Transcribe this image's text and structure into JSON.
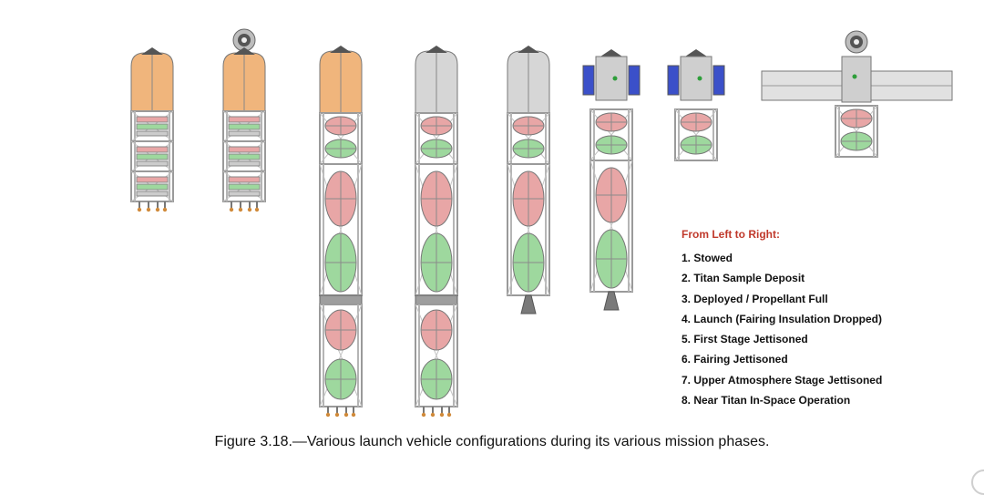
{
  "figure": {
    "caption": "Figure 3.18.—Various launch vehicle configurations during its various mission phases.",
    "legend": {
      "title": "From Left to Right:",
      "items": [
        "1.  Stowed",
        "2.  Titan Sample Deposit",
        "3.  Deployed / Propellant Full",
        "4.  Launch (Fairing Insulation Dropped)",
        "5.  First Stage Jettisoned",
        "6.  Fairing Jettisoned",
        "7.  Upper Atmosphere Stage Jettisoned",
        "8.  Near Titan In-Space Operation"
      ]
    },
    "vehicles": [
      {
        "phase": 1,
        "has_capsule": false,
        "fairing": "orange",
        "stacked_tanks": true,
        "stages": []
      },
      {
        "phase": 2,
        "has_capsule": true,
        "fairing": "orange",
        "stacked_tanks": true,
        "stages": []
      },
      {
        "phase": 3,
        "has_capsule": false,
        "fairing": "orange",
        "stacked_tanks": false,
        "stages": [
          "upper",
          "mid",
          "lower"
        ]
      },
      {
        "phase": 4,
        "has_capsule": false,
        "fairing": "gray",
        "stacked_tanks": false,
        "stages": [
          "upper",
          "mid",
          "lower"
        ]
      },
      {
        "phase": 5,
        "has_capsule": false,
        "fairing": "gray",
        "stacked_tanks": false,
        "stages": [
          "upper",
          "mid"
        ],
        "nozzle": true
      },
      {
        "phase": 6,
        "has_capsule": false,
        "fairing": "none",
        "payload_panels": true,
        "stacked_tanks": false,
        "stages": [
          "upper",
          "mid"
        ],
        "nozzle": true
      },
      {
        "phase": 7,
        "has_capsule": false,
        "fairing": "none",
        "payload_panels": true,
        "stacked_tanks": false,
        "stages": [
          "upper"
        ]
      },
      {
        "phase": 8,
        "has_capsule": true,
        "fairing": "none",
        "solar_array": true,
        "stacked_tanks": false,
        "stages": [
          "upper"
        ]
      }
    ],
    "colors": {
      "fairing_orange": "#f0b57c",
      "fairing_gray": "#d6d6d6",
      "tank_pink": "#e8a6a6",
      "tank_green": "#9ed89e",
      "panel_blue": "#3b50c9",
      "truss": "#9a9a9a",
      "legend_title": "#c0392b"
    }
  }
}
